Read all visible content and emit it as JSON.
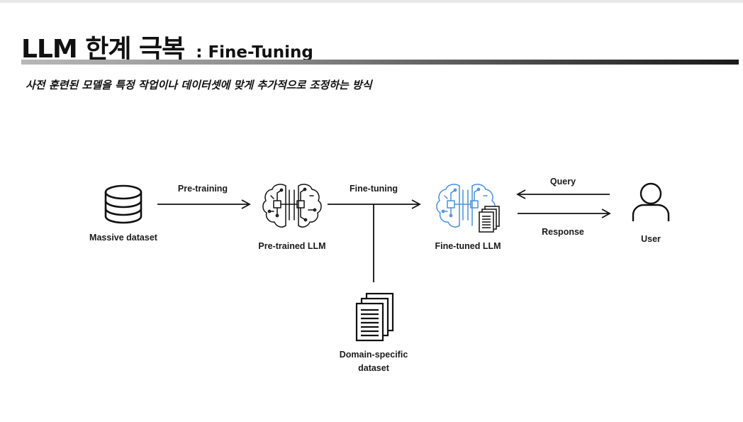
{
  "header": {
    "title": "LLM 한계 극복",
    "subtitle_tag": ": Fine-Tuning",
    "description": "사전 훈련된 모델을 특정 작업이나 데이터셋에 맞게 추가적으로 조정하는 방식"
  },
  "diagram": {
    "nodes": {
      "massive_dataset": "Massive dataset",
      "pretrained_llm": "Pre-trained LLM",
      "finetuned_llm": "Fine-tuned LLM",
      "user": "User",
      "domain_dataset_line1": "Domain-specific",
      "domain_dataset_line2": "dataset"
    },
    "edges": {
      "pretraining": "Pre-training",
      "finetuning": "Fine-tuning",
      "query": "Query",
      "response": "Response"
    },
    "colors": {
      "finetuned_brain": "#4a90d9",
      "ink": "#111111"
    },
    "icons": [
      "database-icon",
      "brain-chip-icon",
      "brain-chip-blue-icon",
      "document-stack-icon",
      "user-icon"
    ]
  }
}
